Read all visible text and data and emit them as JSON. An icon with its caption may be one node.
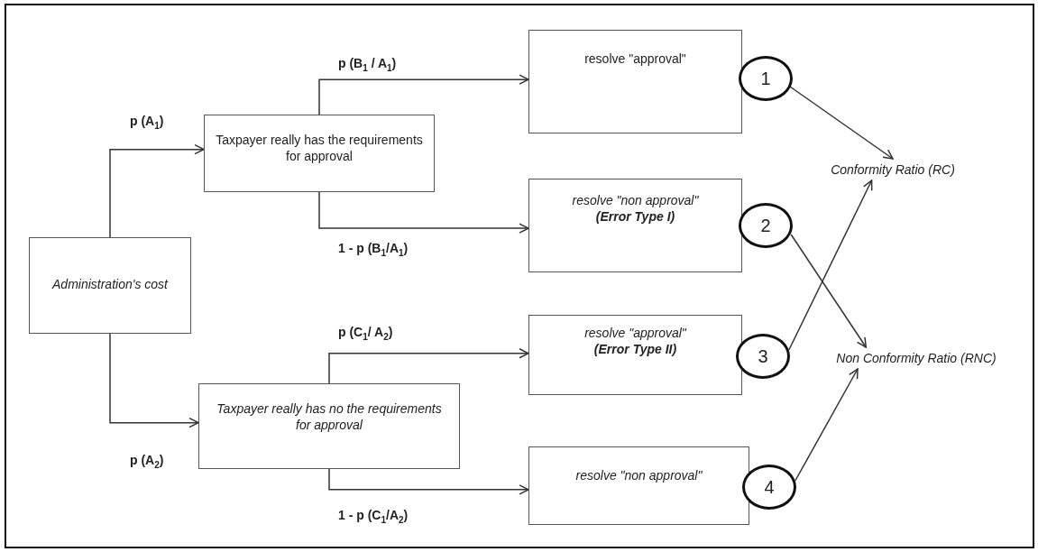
{
  "diagram": {
    "nodes": [
      {
        "text": [
          "Administration's cost"
        ]
      },
      {
        "text": [
          "Taxpayer really has the requirements for approval"
        ]
      },
      {
        "text": [
          "Taxpayer really has no the requirements for approval"
        ]
      },
      {
        "text": [
          "resolve \"approval\""
        ]
      },
      {
        "text": [
          "resolve \"non approval\"",
          "(Error Type I)"
        ]
      },
      {
        "text": [
          "resolve \"approval\"",
          "(Error Type II)"
        ]
      },
      {
        "text": [
          "resolve \"non approval\""
        ]
      },
      {
        "text": [
          "1"
        ]
      },
      {
        "text": [
          "2"
        ]
      },
      {
        "text": [
          "3"
        ]
      },
      {
        "text": [
          "4"
        ]
      },
      {
        "text": [
          "Conformity Ratio (RC)"
        ]
      },
      {
        "text": [
          "Non Conformity Ratio (RNC)"
        ]
      }
    ],
    "edges": [
      {
        "from": 0,
        "to": 1,
        "arrow": "to",
        "label": "p (A$_{1}$)"
      },
      {
        "from": 0,
        "to": 2,
        "arrow": "to",
        "label": "p (A$_{2}$)"
      },
      {
        "from": 1,
        "to": 3,
        "arrow": "to",
        "label": "p (B$_{1}$ / A$_{1}$)"
      },
      {
        "from": 1,
        "to": 4,
        "arrow": "to",
        "label": "1 - p (B$_{1}$/A$_{1}$)"
      },
      {
        "from": 2,
        "to": 5,
        "arrow": "to",
        "label": "p (C$_{1}$/ A$_{2}$)"
      },
      {
        "from": 2,
        "to": 6,
        "arrow": "to",
        "label": "1 - p (C$_{1}$/A$_{2}$)"
      },
      {
        "from": 7,
        "to": 11,
        "arrow": "to"
      },
      {
        "from": 8,
        "to": 12,
        "arrow": "to"
      },
      {
        "from": 9,
        "to": 11,
        "arrow": "to"
      },
      {
        "from": 10,
        "to": 12,
        "arrow": "to"
      }
    ]
  }
}
